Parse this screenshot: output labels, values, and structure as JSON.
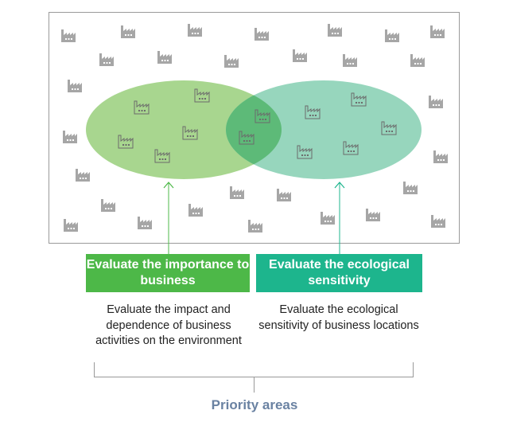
{
  "colors": {
    "business": "#4db848",
    "ecology": "#1db58d",
    "business_fill": "#9ed18a",
    "ecology_fill": "#8fd4bb",
    "overlap_fill": "#5cb877",
    "factory": "#a6a6a6",
    "priority": "#6a82a2"
  },
  "boxes": [
    {
      "title": "Evaluate the importance to business",
      "description": "Evaluate the impact and dependence of business activities on the environment"
    },
    {
      "title": "Evaluate the ecological sensitivity",
      "description": "Evaluate the ecological sensitivity of business locations"
    }
  ],
  "priority_label": "Priority areas",
  "icons": {
    "factory": "factory-icon"
  }
}
